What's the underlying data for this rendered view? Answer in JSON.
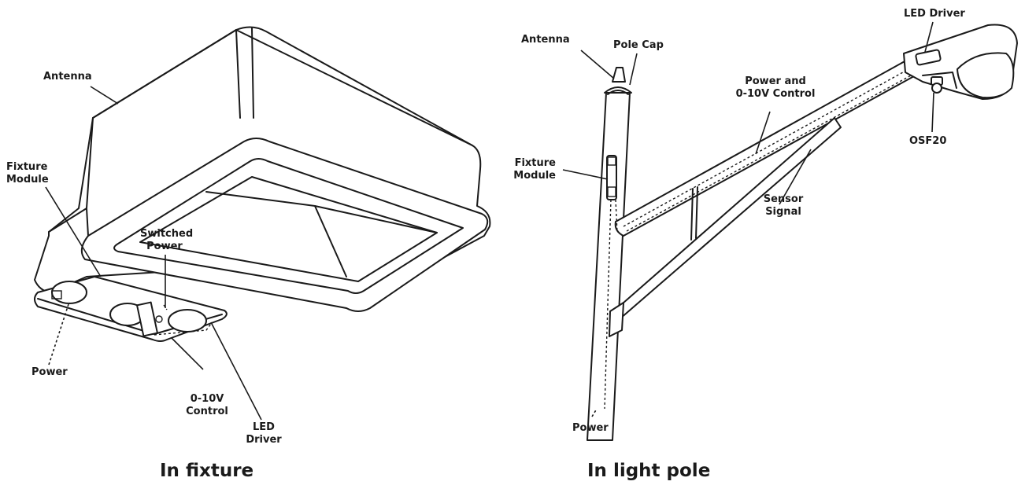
{
  "fixture": {
    "labels": {
      "antenna": "Antenna",
      "fixture_module_1": "Fixture",
      "fixture_module_2": "Module",
      "switched_power_1": "Switched",
      "switched_power_2": "Power",
      "power": "Power",
      "control_1": "0-10V",
      "control_2": "Control",
      "led_driver_1": "LED",
      "led_driver_2": "Driver"
    },
    "caption": "In fixture"
  },
  "pole": {
    "labels": {
      "antenna": "Antenna",
      "pole_cap": "Pole Cap",
      "led_driver": "LED Driver",
      "power_control_1": "Power and",
      "power_control_2": "0-10V Control",
      "osf20": "OSF20",
      "fixture_module_1": "Fixture",
      "fixture_module_2": "Module",
      "sensor_signal_1": "Sensor",
      "sensor_signal_2": "Signal",
      "power": "Power"
    },
    "caption": "In light pole"
  }
}
